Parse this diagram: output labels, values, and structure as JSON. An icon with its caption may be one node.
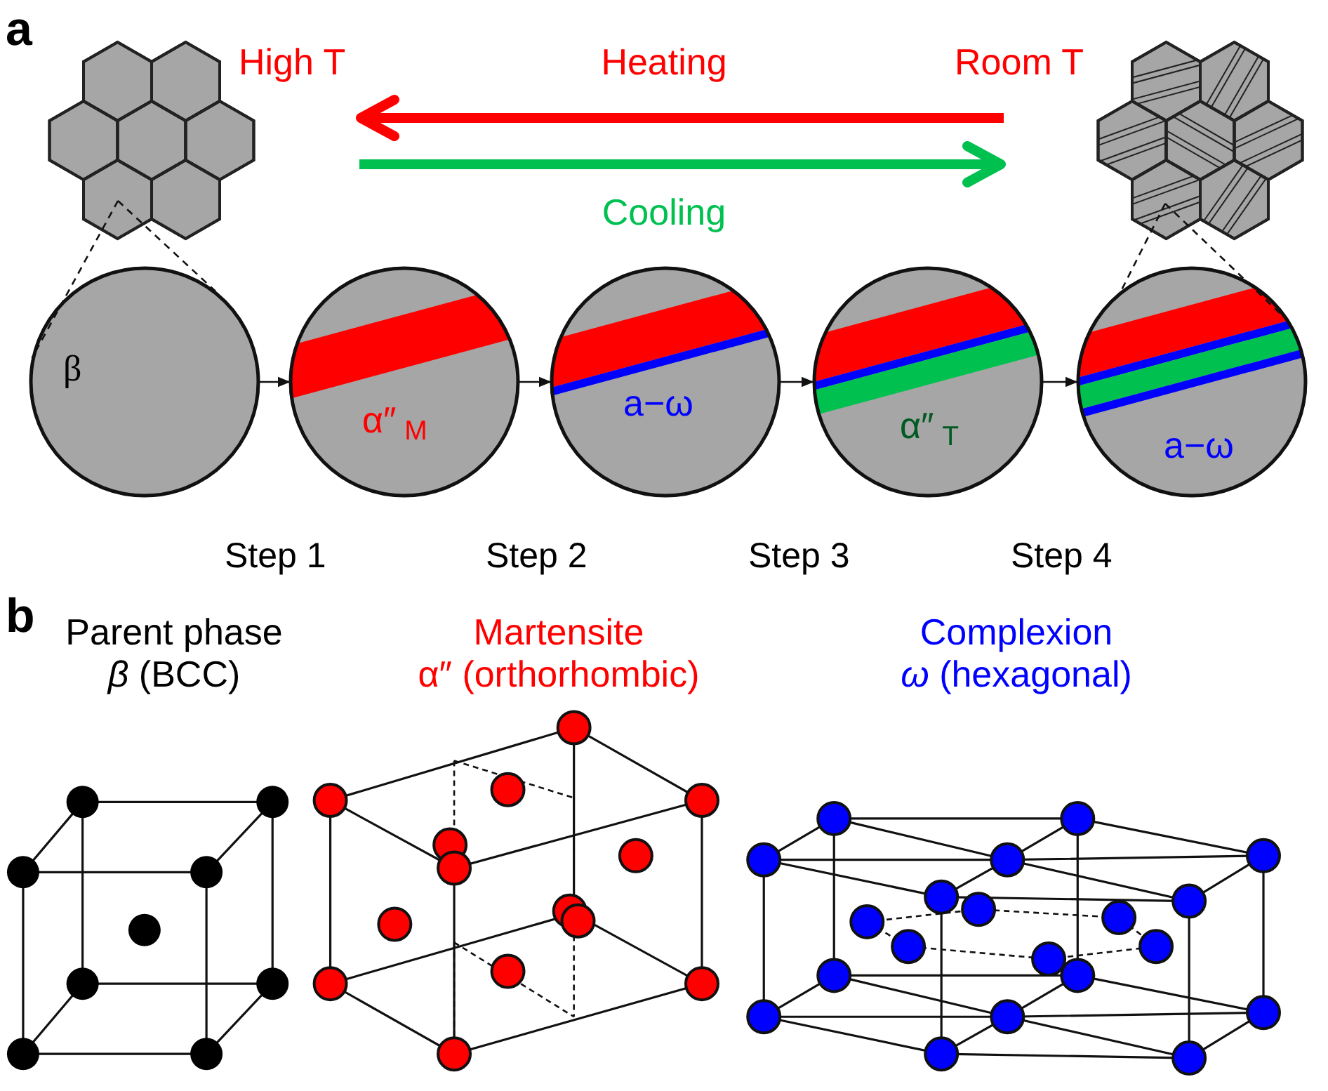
{
  "diagram": {
    "nodes": [
      {
        "text": [],
        "shape": "picture"
      },
      {
        "text": [],
        "shape": "picture"
      },
      {
        "text": [
          "β"
        ]
      },
      {
        "text": [
          "α″$_{M}$"
        ]
      },
      {
        "text": [
          "a−ω"
        ]
      },
      {
        "text": [
          "α″$_{T}$"
        ]
      },
      {
        "text": [
          "a−ω"
        ]
      }
    ],
    "edges": [
      {
        "from": 0,
        "to": 2,
        "arrow": "none",
        "style": "dashed"
      },
      {
        "from": 0,
        "to": 2,
        "arrow": "none",
        "style": "dashed"
      },
      {
        "from": 2,
        "to": 3,
        "arrow": "to"
      },
      {
        "from": 3,
        "to": 4,
        "arrow": "to"
      },
      {
        "from": 4,
        "to": 5,
        "arrow": "to"
      },
      {
        "from": 5,
        "to": 6,
        "arrow": "to"
      },
      {
        "from": 1,
        "to": 6,
        "arrow": "none",
        "style": "dashed"
      },
      {
        "from": 1,
        "to": 6,
        "arrow": "none",
        "style": "dashed"
      }
    ],
    "labels": [
      "a",
      "High T",
      "Heating",
      "Room T",
      "Cooling",
      "Step 1",
      "Step 2",
      "Step 3",
      "Step 4",
      "b",
      "Parent phase",
      "*β* (BCC)",
      "Martensite",
      "α″ (orthorhombic)",
      "Complexion",
      "*ω* (hexagonal)"
    ]
  }
}
